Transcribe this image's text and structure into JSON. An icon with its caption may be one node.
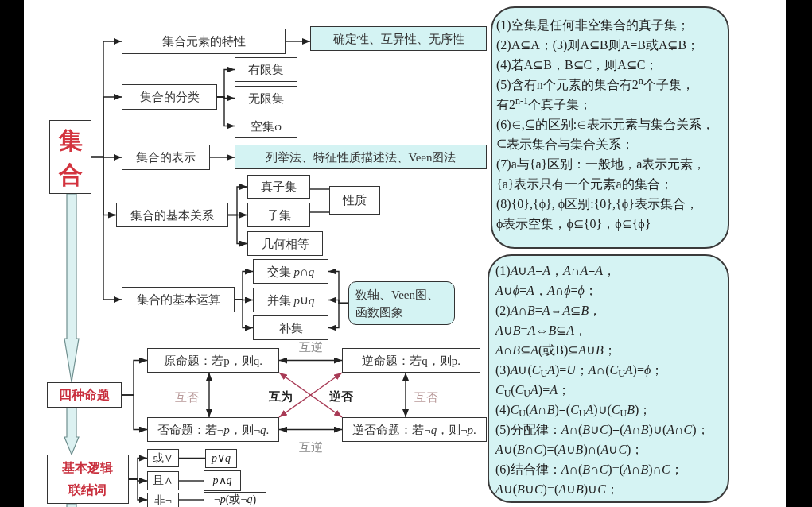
{
  "diagram": {
    "nodes": [
      {
        "text": [
          "集合"
        ]
      },
      {
        "text": [
          "集合元素的特性"
        ]
      },
      {
        "text": [
          "确定性、互异性、无序性"
        ]
      },
      {
        "text": [
          "集合的分类"
        ]
      },
      {
        "text": [
          "有限集"
        ]
      },
      {
        "text": [
          "无限集"
        ]
      },
      {
        "text": [
          "空集φ"
        ]
      },
      {
        "text": [
          "集合的表示"
        ]
      },
      {
        "text": [
          "列举法、特征性质描述法、Veen图法"
        ]
      },
      {
        "text": [
          "集合的基本关系"
        ]
      },
      {
        "text": [
          "真子集"
        ]
      },
      {
        "text": [
          "子集"
        ]
      },
      {
        "text": [
          "几何相等"
        ]
      },
      {
        "text": [
          "性质"
        ]
      },
      {
        "text": [
          "集合的基本运算"
        ]
      },
      {
        "text": [
          "交集 *p*∩*q*"
        ]
      },
      {
        "text": [
          "并集 *p*∪*q*"
        ]
      },
      {
        "text": [
          "补集"
        ]
      },
      {
        "text": [
          "数轴、Veen图、函数图象"
        ]
      },
      {
        "text": [
          "四种命题"
        ]
      },
      {
        "text": [
          "原命题：若p，则q."
        ]
      },
      {
        "text": [
          "逆命题：若q，则p."
        ]
      },
      {
        "text": [
          "否命题：若¬*p*，则¬*q*."
        ]
      },
      {
        "text": [
          "逆否命题：若¬*q*，则¬*p*."
        ]
      },
      {
        "text": [
          "基本逻辑联结词"
        ]
      },
      {
        "text": [
          "或∨"
        ]
      },
      {
        "text": [
          "且∧"
        ]
      },
      {
        "text": [
          "非¬"
        ]
      },
      {
        "text": [
          "*p*∨*q*"
        ]
      },
      {
        "text": [
          "*p*∧*q*"
        ]
      },
      {
        "text": [
          "¬*p*(或¬*q*)"
        ]
      },
      {
        "text": [
          "(1)空集是任何非空集合的真子集；",
          "(2)A⊆A；(3)则A⊆B则A=B或A⊊B；",
          "(4)若A⊆B，B⊆C，则A⊆C；",
          "(5)含有n个元素的集合有2$^{n}$个子集，",
          "有2$^{n-1}$个真子集；",
          "(6)∈,⊆的区别:∈表示元素与集合关系，",
          "⊆表示集合与集合关系；",
          "(7)a与{a}区别：一般地，a表示元素，",
          "{a}表示只有一个元素a的集合；",
          "(8){0},{ϕ}, ϕ区别:{0},{ϕ}表示集合，",
          "ϕ表示空集，ϕ⊆{0}，ϕ⊆{ϕ}"
        ]
      },
      {
        "text": [
          "(1)*A*∪*A*=*A*，*A*∩*A*=*A*，",
          "*A*∪*ϕ*=*A*，*A*∩*ϕ*=*ϕ*；",
          "(2)*A*∩*B*=*A*⇔*A*⊆*B*，",
          "*A*∪*B*=*A*⇔*B*⊆*A*，",
          "*A*∩*B*⊆*A*(或B)⊆*A*∪*B*；",
          "(3)*A*∪(*C*$_{U}$*A*)=*U*；*A*∩(*C*$_{U}$*A*)=*ϕ*；",
          "*C*$_{U}$(*C*$_{U}$*A*)=*A*；",
          "(4)*C*$_{U}$(*A*∩*B*)=(*C*$_{U}$*A*)∪(*C*$_{U}$*B*)；",
          "(5)分配律：*A*∩(*B*∪*C*)=(*A*∩*B*)∪(*A*∩*C*)；",
          "*A*∪(*B*∩*C*)=(*A*∪*B*)∩(*A*∪*C*)；",
          "(6)结合律：*A*∩(*B*∩*C*)=(*A*∩*B*)∩*C*；",
          "*A*∪(*B*∪*C*)=(*A*∪*B*)∪*C*；"
        ]
      }
    ],
    "edges": [
      {
        "from": 0,
        "to": 1,
        "arrow": "to"
      },
      {
        "from": 0,
        "to": 3,
        "arrow": "to"
      },
      {
        "from": 0,
        "to": 7,
        "arrow": "to"
      },
      {
        "from": 0,
        "to": 9,
        "arrow": "to"
      },
      {
        "from": 0,
        "to": 14,
        "arrow": "to"
      },
      {
        "from": 1,
        "to": 2,
        "arrow": "to"
      },
      {
        "from": 3,
        "to": 4,
        "arrow": "to"
      },
      {
        "from": 3,
        "to": 5,
        "arrow": "to"
      },
      {
        "from": 3,
        "to": 6,
        "arrow": "to"
      },
      {
        "from": 7,
        "to": 8,
        "arrow": "to"
      },
      {
        "from": 9,
        "to": 10,
        "arrow": "to"
      },
      {
        "from": 9,
        "to": 11,
        "arrow": "to"
      },
      {
        "from": 9,
        "to": 12,
        "arrow": "to"
      },
      {
        "from": 10,
        "to": 13,
        "arrow": "none"
      },
      {
        "from": 11,
        "to": 13,
        "arrow": "none"
      },
      {
        "from": 14,
        "to": 15,
        "arrow": "to"
      },
      {
        "from": 14,
        "to": 16,
        "arrow": "to"
      },
      {
        "from": 14,
        "to": 17,
        "arrow": "to"
      },
      {
        "from": 18,
        "to": 15,
        "arrow": "to"
      },
      {
        "from": 18,
        "to": 16,
        "arrow": "to"
      },
      {
        "from": 18,
        "to": 17,
        "arrow": "to"
      },
      {
        "from": 0,
        "to": 19,
        "arrow": "to",
        "style": "thick",
        "color": "#dcf1f1"
      },
      {
        "from": 19,
        "to": 24,
        "arrow": "to",
        "style": "thick",
        "color": "#dcf1f1"
      },
      {
        "from": 24,
        "to": null,
        "arrow": "none",
        "style": "thick",
        "color": "#dcf1f1"
      },
      {
        "from": 19,
        "to": 20,
        "arrow": "to"
      },
      {
        "from": 19,
        "to": 22,
        "arrow": "to"
      },
      {
        "from": 20,
        "to": 21,
        "arrow": "both",
        "label": "互逆"
      },
      {
        "from": 20,
        "to": 22,
        "arrow": "both",
        "label": "互否"
      },
      {
        "from": 21,
        "to": 23,
        "arrow": "both",
        "label": "互否"
      },
      {
        "from": 20,
        "to": 23,
        "arrow": "both",
        "color": "#a83a55"
      },
      {
        "from": 21,
        "to": 22,
        "arrow": "both",
        "color": "#a83a55"
      },
      {
        "from": 22,
        "to": 23,
        "arrow": "both",
        "label": "互逆"
      },
      {
        "from": 24,
        "to": 25,
        "arrow": "to"
      },
      {
        "from": 24,
        "to": 26,
        "arrow": "to"
      },
      {
        "from": 24,
        "to": 27,
        "arrow": "to"
      },
      {
        "from": 25,
        "to": 28,
        "arrow": "none"
      },
      {
        "from": 26,
        "to": 29,
        "arrow": "none"
      },
      {
        "from": 27,
        "to": 30,
        "arrow": "none"
      }
    ],
    "labels": [
      "互为",
      "逆否"
    ]
  }
}
